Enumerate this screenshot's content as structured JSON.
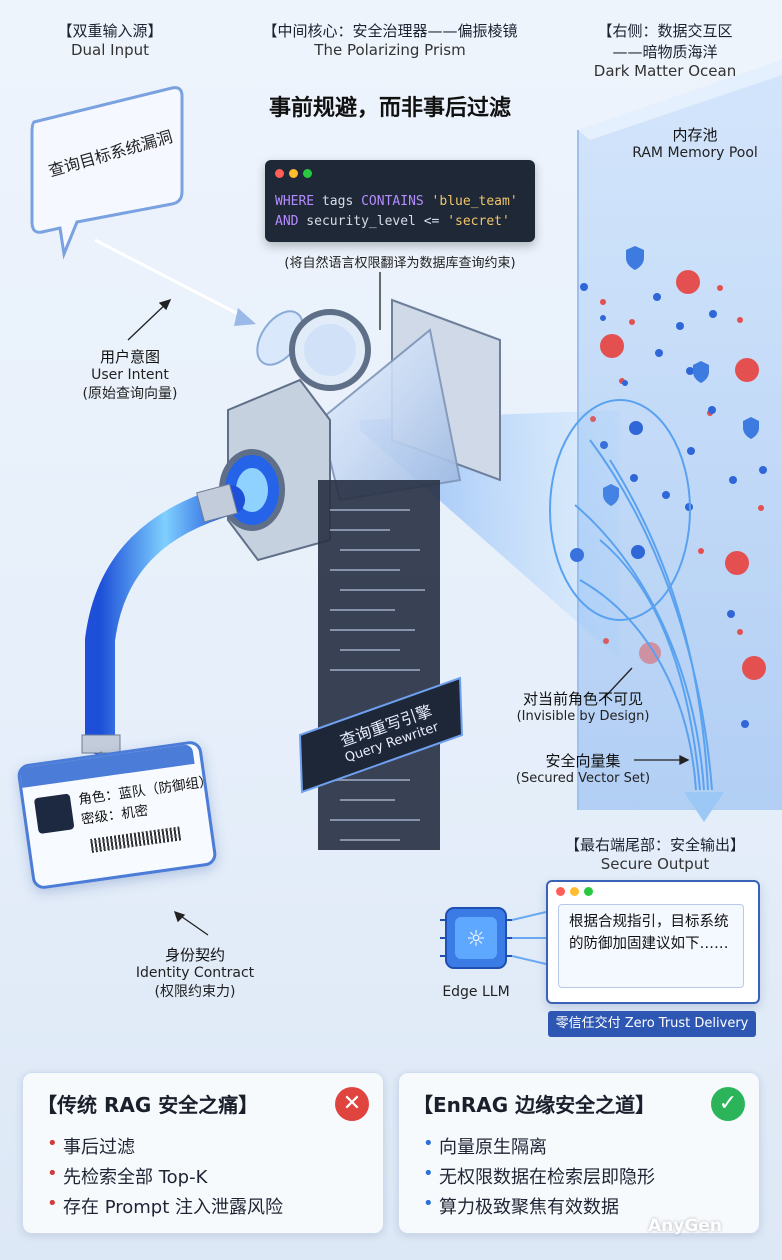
{
  "header": {
    "left_cn": "【双重输入源】",
    "left_en": "Dual Input",
    "center_cn": "【中间核心：安全治理器——偏振棱镜",
    "center_en": "The Polarizing Prism",
    "right_cn_1": "【右侧：数据交互区",
    "right_cn_2": "——暗物质海洋",
    "right_en": "Dark Matter Ocean",
    "main_slogan": "事前规避，而非事后过滤"
  },
  "bubble": {
    "text": "查询目标系统漏洞"
  },
  "code_panel": {
    "line1_kw1": "WHERE",
    "line1_field": " tags ",
    "line1_kw2": "CONTAINS",
    "line1_str": " 'blue_team'",
    "line2_kw": "AND",
    "line2_rest": " security_level <= ",
    "line2_str": "'secret'",
    "caption": "(将自然语言权限翻译为数据库查询约束)"
  },
  "user_intent": {
    "cn": "用户意图",
    "en": "User Intent",
    "note": "(原始查询向量)"
  },
  "memory_pool": {
    "cn": "内存池",
    "en": "RAM Memory Pool"
  },
  "rewriter": {
    "cn": "查询重写引擎",
    "en": "Query Rewriter"
  },
  "invisible": {
    "cn": "对当前角色不可见",
    "en": "(Invisible by Design)"
  },
  "secured_set": {
    "cn": "安全向量集",
    "en": "(Secured Vector Set)"
  },
  "id_card": {
    "role": "角色：蓝队（防御组）",
    "level": "密级：机密"
  },
  "identity": {
    "cn": "身份契约",
    "en": "Identity Contract",
    "note": "(权限约束力)"
  },
  "secure_output": {
    "cn": "【最右端尾部：安全输出】",
    "en": "Secure Output",
    "body": "根据合规指引，目标系统的防御加固建议如下……",
    "delivery": "零信任交付 Zero Trust Delivery"
  },
  "edge_llm": {
    "label": "Edge LLM"
  },
  "card_left": {
    "title": "【传统 RAG 安全之痛】",
    "items": [
      "事后过滤",
      "先检索全部 Top-K",
      "存在 Prompt 注入泄露风险"
    ],
    "badge": "✕"
  },
  "card_right": {
    "title": "【EnRAG 边缘安全之道】",
    "items": [
      "向量原生隔离",
      "无权限数据在检索层即隐形",
      "算力极致聚焦有效数据"
    ],
    "badge": "✓"
  },
  "watermark": "AnyGen",
  "colors": {
    "accent_blue": "#2e6fe0",
    "danger_red": "#e04848",
    "safe_green": "#2bb45a"
  }
}
